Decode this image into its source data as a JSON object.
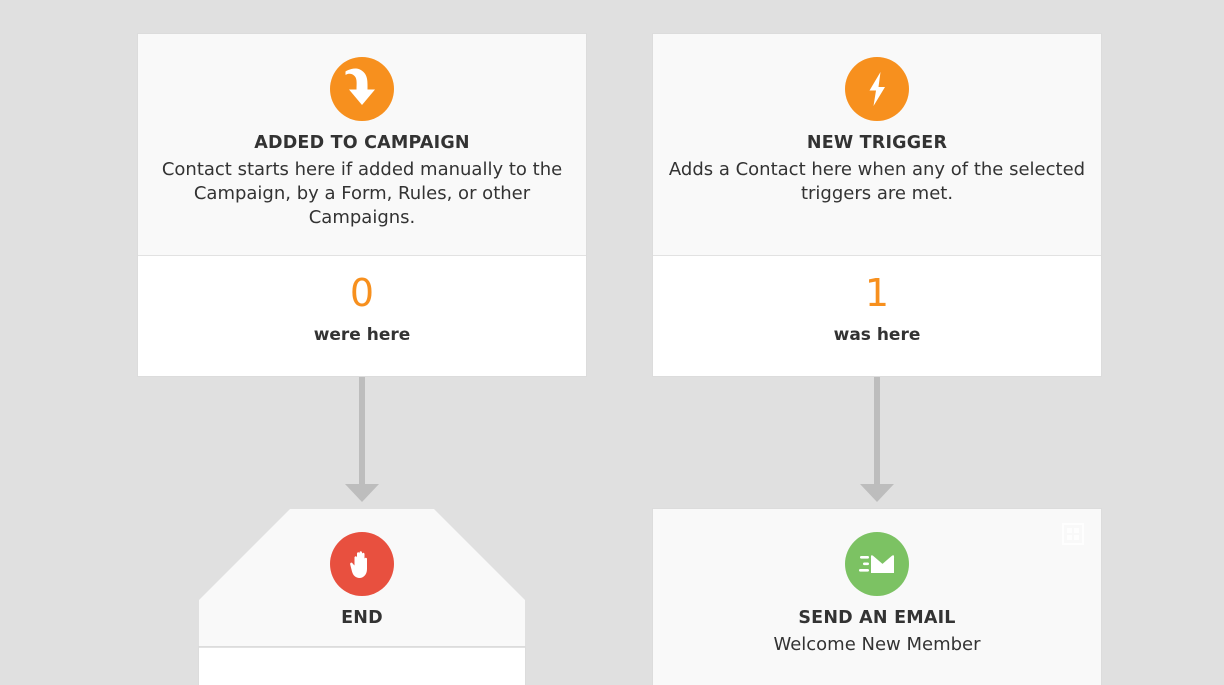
{
  "canvas": {
    "background_color": "#e0e0e0",
    "accent_orange": "#f7901e",
    "accent_red": "#e8503f",
    "accent_green": "#7cc263",
    "connector_color": "#bdbdbd"
  },
  "nodes": {
    "added_to_campaign": {
      "icon": "curved-arrow-down-icon",
      "icon_color": "#f7901e",
      "title": "ADDED TO CAMPAIGN",
      "description": "Contact starts here if added manually to the Campaign, by a Form, Rules, or other Campaigns.",
      "stat_value": "0",
      "stat_label": "were here"
    },
    "new_trigger": {
      "icon": "lightning-bolt-icon",
      "icon_color": "#f7901e",
      "title": "NEW TRIGGER",
      "description": "Adds a Contact here when any of the selected triggers are met.",
      "stat_value": "1",
      "stat_label": "was here"
    },
    "end": {
      "icon": "stop-hand-icon",
      "icon_color": "#e8503f",
      "title": "END"
    },
    "send_an_email": {
      "icon": "send-email-icon",
      "icon_color": "#7cc263",
      "title": "SEND AN EMAIL",
      "subtitle": "Welcome New Member",
      "handle_icon": "grid-drag-handle-icon"
    }
  },
  "connectors": [
    {
      "from": "added_to_campaign",
      "to": "end"
    },
    {
      "from": "new_trigger",
      "to": "send_an_email"
    }
  ]
}
